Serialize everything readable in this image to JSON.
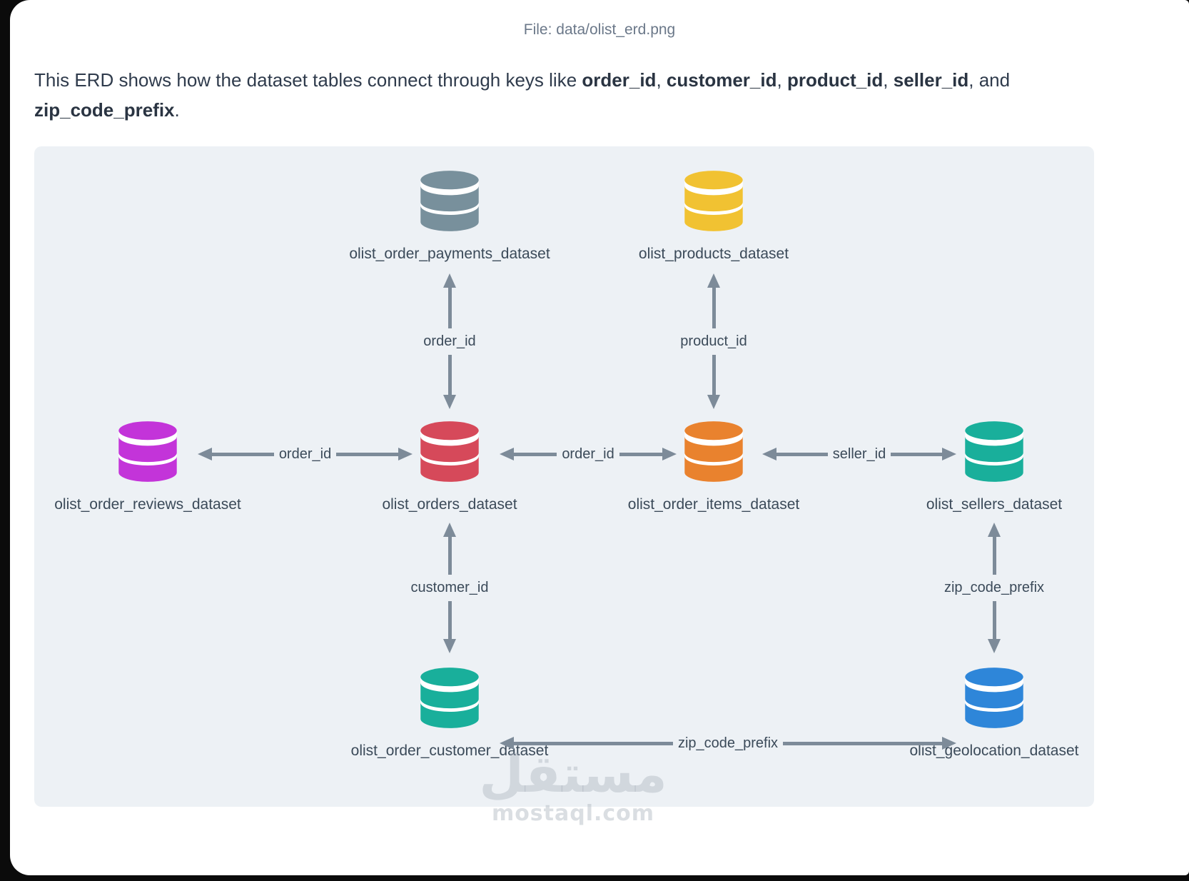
{
  "window": {
    "file_label": "File: data/olist_erd.png"
  },
  "description": {
    "parts": [
      {
        "text": "This ERD shows how the dataset tables connect through keys like ",
        "bold": false
      },
      {
        "text": "order_id",
        "bold": true
      },
      {
        "text": ", ",
        "bold": false
      },
      {
        "text": "customer_id",
        "bold": true
      },
      {
        "text": ", ",
        "bold": false
      },
      {
        "text": "product_id",
        "bold": true
      },
      {
        "text": ", ",
        "bold": false
      },
      {
        "text": "seller_id",
        "bold": true
      },
      {
        "text": ", and ",
        "bold": false
      },
      {
        "text": "zip_code_prefix",
        "bold": true
      },
      {
        "text": ".",
        "bold": false
      }
    ]
  },
  "diagram": {
    "background_color": "#edf1f5",
    "arrow_color": "#7d8b99",
    "label_color": "#3b4a59",
    "nodes": [
      {
        "table": "olist_order_payments_dataset",
        "color": "#78909c"
      },
      {
        "table": "olist_products_dataset",
        "color": "#f1c232"
      },
      {
        "table": "olist_order_reviews_dataset",
        "color": "#c334d9"
      },
      {
        "table": "olist_orders_dataset",
        "color": "#d6495a"
      },
      {
        "table": "olist_order_items_dataset",
        "color": "#e9822e"
      },
      {
        "table": "olist_sellers_dataset",
        "color": "#19af9b"
      },
      {
        "table": "olist_order_customer_dataset",
        "color": "#19af9b"
      },
      {
        "table": "olist_geolocation_dataset",
        "color": "#2e86d9"
      }
    ],
    "edges": [
      {
        "label": "order_id",
        "from": "olist_order_payments_dataset",
        "to": "olist_orders_dataset"
      },
      {
        "label": "product_id",
        "from": "olist_products_dataset",
        "to": "olist_order_items_dataset"
      },
      {
        "label": "order_id",
        "from": "olist_order_reviews_dataset",
        "to": "olist_orders_dataset"
      },
      {
        "label": "order_id",
        "from": "olist_orders_dataset",
        "to": "olist_order_items_dataset"
      },
      {
        "label": "seller_id",
        "from": "olist_order_items_dataset",
        "to": "olist_sellers_dataset"
      },
      {
        "label": "customer_id",
        "from": "olist_orders_dataset",
        "to": "olist_order_customer_dataset"
      },
      {
        "label": "zip_code_prefix",
        "from": "olist_sellers_dataset",
        "to": "olist_geolocation_dataset"
      },
      {
        "label": "zip_code_prefix",
        "from": "olist_order_customer_dataset",
        "to": "olist_geolocation_dataset"
      }
    ]
  },
  "watermark": {
    "logo": "مستقل",
    "site": "mostaql.com"
  }
}
